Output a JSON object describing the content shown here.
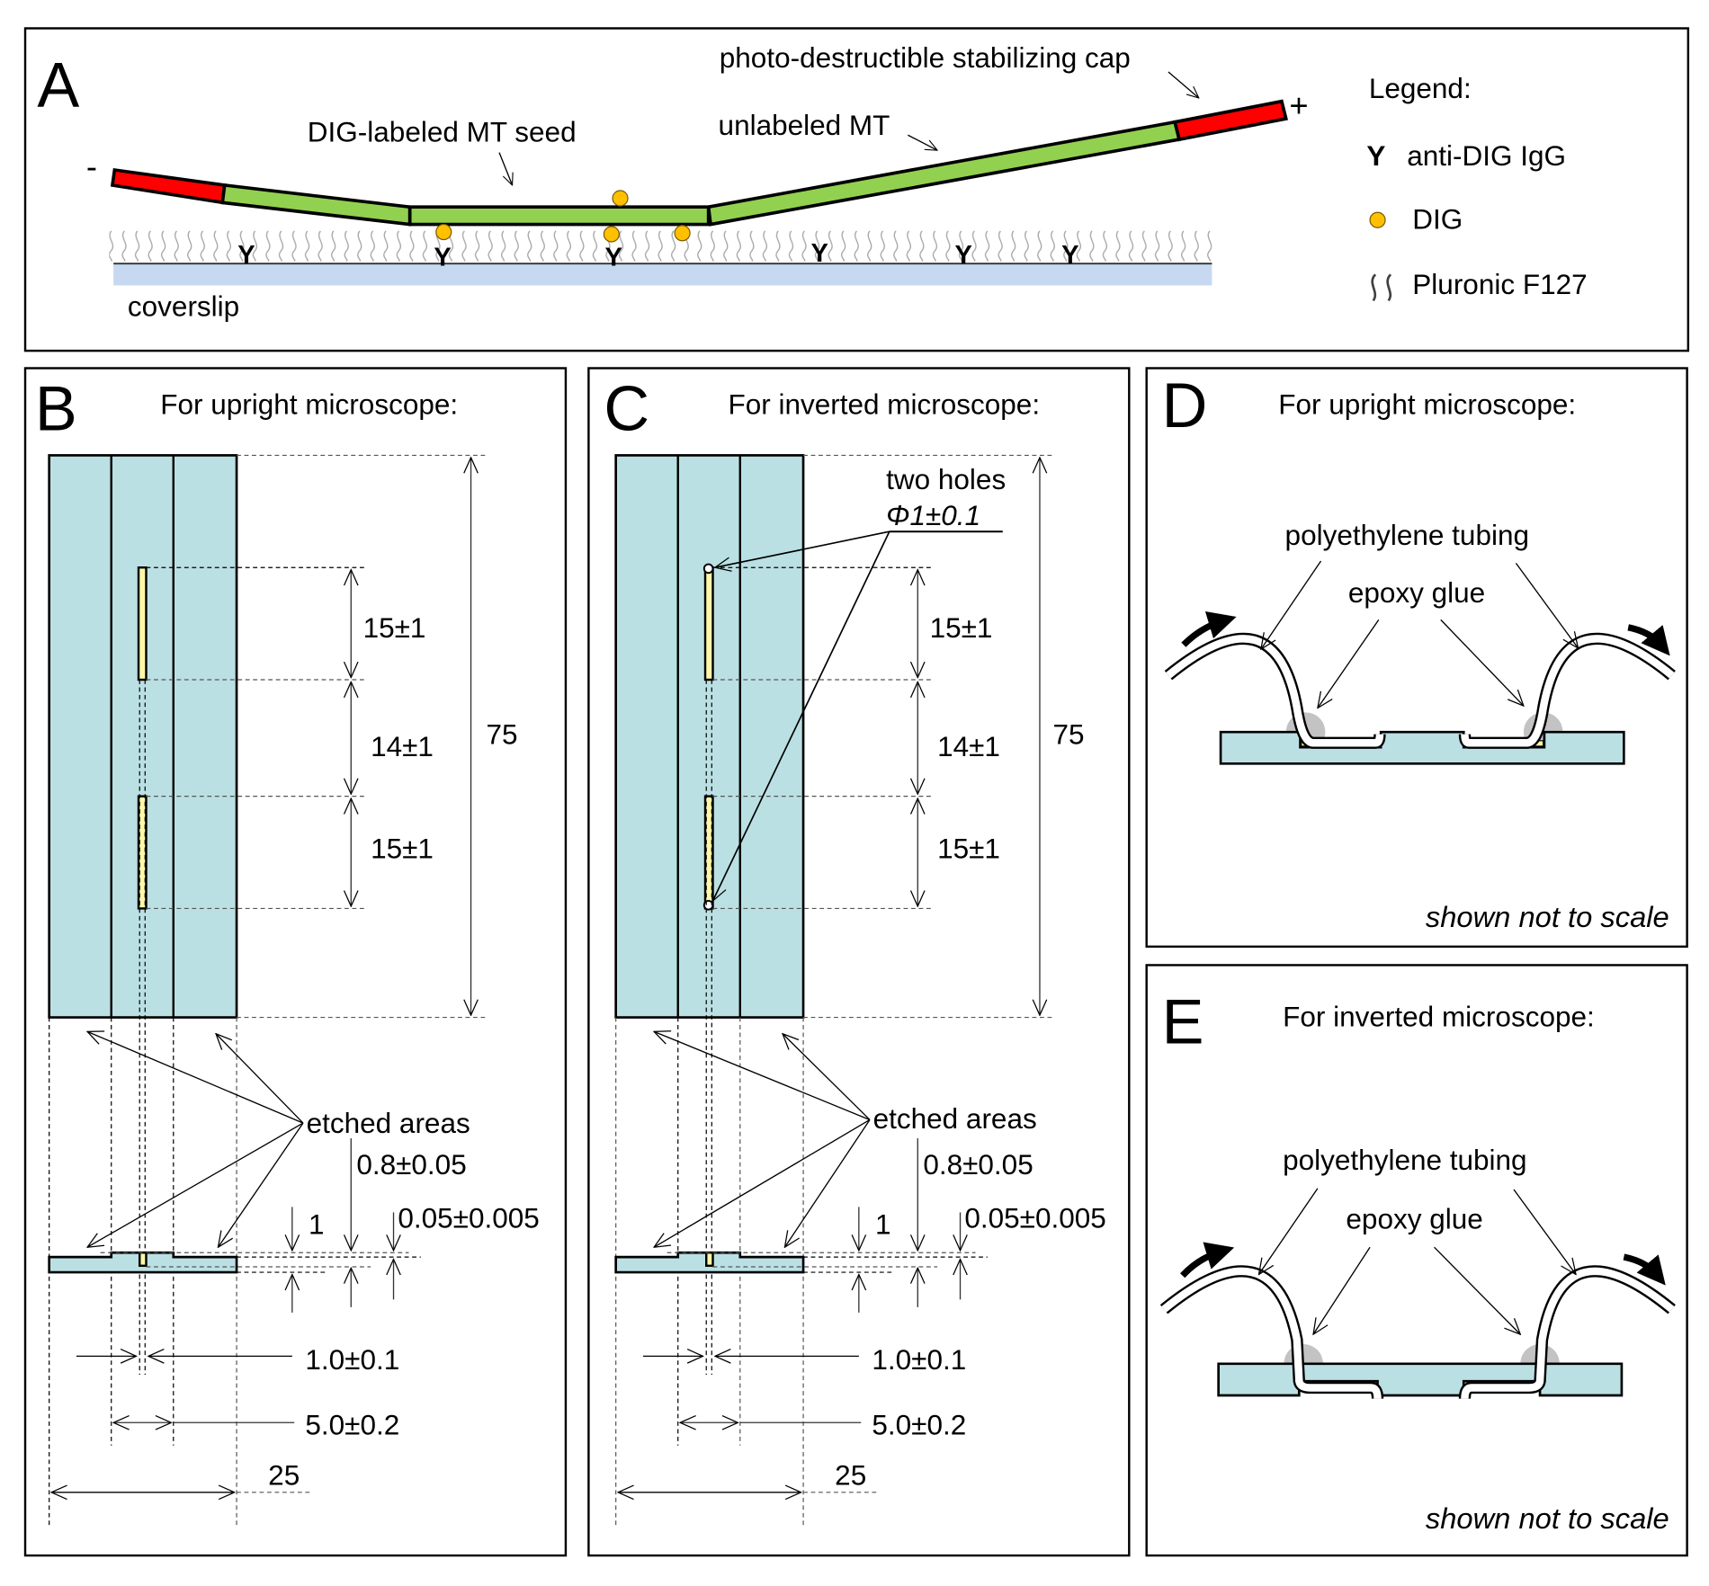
{
  "figure": {
    "panel_a": {
      "letter": "A",
      "labels": {
        "minus_end": "-",
        "plus_end": "+",
        "seed": "DIG-labeled MT seed",
        "unlabeled": "unlabeled MT",
        "cap": "photo-destructible stabilizing cap",
        "coverslip": "coverslip"
      },
      "legend": {
        "title": "Legend:",
        "items": [
          {
            "symbol": "Y",
            "label": "anti-DIG IgG",
            "icon": "antibody-icon"
          },
          {
            "symbol": "●",
            "label": "DIG",
            "icon": "dig-dot-icon"
          },
          {
            "symbol": "ʃʃ",
            "label": "Pluronic F127",
            "icon": "pluronic-icon"
          }
        ]
      },
      "colors": {
        "cap": "#ff0000",
        "microtubule": "#92d050",
        "dig": "#ffc000",
        "coverslip": "#c6d9f1"
      }
    },
    "panel_b": {
      "letter": "B",
      "title": "For upright microscope:",
      "dims": {
        "length_total": "75",
        "seg1": "15±1",
        "gap": "14±1",
        "seg2": "15±1",
        "etched": "etched areas",
        "depth_08": "0.8±0.05",
        "depth_1": "1",
        "depth_005": "0.05±0.005",
        "channel_w": "1.0±0.1",
        "etched_w": "5.0±0.2",
        "width_total": "25"
      }
    },
    "panel_c": {
      "letter": "C",
      "title": "For inverted microscope:",
      "holes_line1": "two holes",
      "holes_line2": "Φ1±0.1",
      "dims": {
        "length_total": "75",
        "seg1": "15±1",
        "gap": "14±1",
        "seg2": "15±1",
        "etched": "etched areas",
        "depth_08": "0.8±0.05",
        "depth_1": "1",
        "depth_005": "0.05±0.005",
        "channel_w": "1.0±0.1",
        "etched_w": "5.0±0.2",
        "width_total": "25"
      }
    },
    "panel_d": {
      "letter": "D",
      "title": "For upright microscope:",
      "tubing": "polyethylene tubing",
      "glue": "epoxy glue",
      "note": "shown not to scale"
    },
    "panel_e": {
      "letter": "E",
      "title": "For inverted microscope:",
      "tubing": "polyethylene tubing",
      "glue": "epoxy glue",
      "note": "shown not to scale"
    },
    "glass_color": "#bbe0e3",
    "channel_color": "#fcf8a8"
  }
}
